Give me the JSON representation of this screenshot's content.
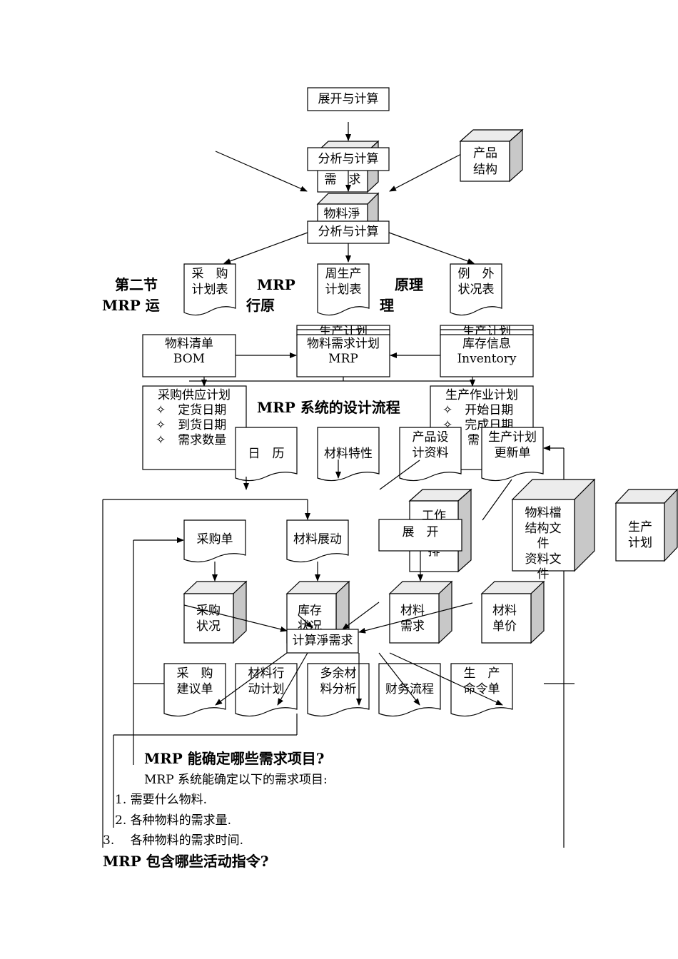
{
  "top": {
    "expand_calc_1": "展开与计算",
    "analysis_calc_1": "分析与计算",
    "demand": "需　求",
    "product_structure": [
      "产品",
      "结构"
    ],
    "material_net": "物料淨",
    "analysis_calc_2": "分析与计算",
    "purchase_plan": [
      "采　购",
      "计划表"
    ],
    "weekly_plan": [
      "周生产",
      "计划表"
    ],
    "exception_report": [
      "例　外",
      "状况表"
    ]
  },
  "section": {
    "l1a": "第二节",
    "l1b": "MRP",
    "l1c": "原理",
    "l2a": "MRP 运",
    "l2b": "行原",
    "l2c": "理"
  },
  "mid": {
    "bom": [
      "物料清单",
      "BOM"
    ],
    "prod_plan_hidden_1": "生产计划",
    "mrp": [
      "物料需求计划",
      "MRP"
    ],
    "prod_plan_hidden_2": "生产计划",
    "inventory": [
      "库存信息",
      "Inventory"
    ],
    "purchase_supply": [
      "采购供应计划",
      "✧　定货日期",
      "✧　到货日期",
      "✧　需求数量"
    ],
    "design_flow_title": "MRP 系统的设计流程",
    "production_ops": [
      "生产作业计划",
      "✧　开始日期",
      "✧　完成日期",
      "需"
    ],
    "calendar": "日　历",
    "material_props": "材料特性",
    "product_design": [
      "产品设",
      "计资料"
    ],
    "plan_update": [
      "生产计划",
      "更新单"
    ]
  },
  "flow": {
    "work": [
      "工作",
      "排"
    ],
    "expand": "展　开",
    "material_file": [
      "物料檔",
      "结构文",
      "件",
      "资料文",
      "件"
    ],
    "production_plan": [
      "生产",
      "计划"
    ],
    "purchase_order": "采购单",
    "material_change": "材料展动",
    "purchase_status": [
      "采购",
      "状况"
    ],
    "inventory_status": [
      "库存",
      "状况"
    ],
    "material_demand": [
      "材料",
      "需求"
    ],
    "material_price": [
      "材料",
      "单价"
    ],
    "calc_net": "计算淨需求",
    "purchase_suggest": [
      "采　购",
      "建议单"
    ],
    "material_action": [
      "材料行",
      "动计划"
    ],
    "surplus_analysis": [
      "多余材",
      "料分析"
    ],
    "finance_flow": "财务流程",
    "production_order": [
      "生　产",
      "命令单"
    ]
  },
  "text": {
    "q1": "MRP 能确定哪些需求项目?",
    "intro": "MRP 系统能确定以下的需求项目:",
    "item1": "1.  需要什么物料.",
    "item2": "2.  各种物料的需求量.",
    "item3": "3.　 各种物料的需求时间.",
    "q2": "MRP 包含哪些活动指令?"
  }
}
